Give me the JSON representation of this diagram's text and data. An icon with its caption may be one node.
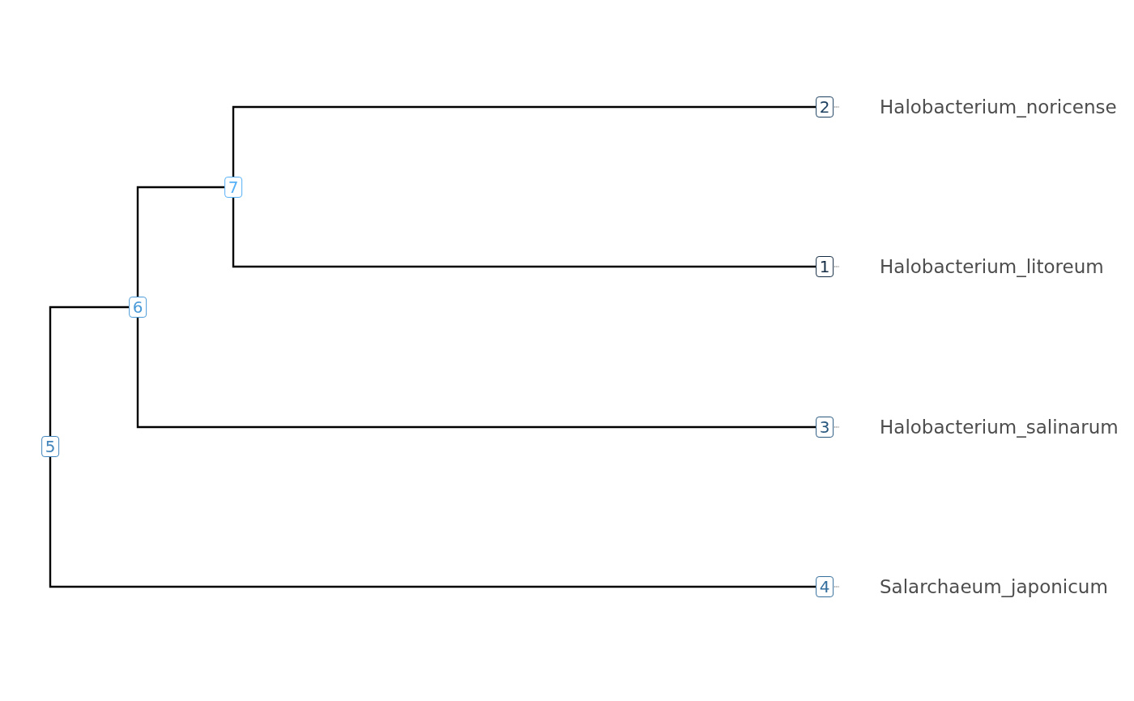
{
  "diagram": {
    "nodes": [
      {
        "text": [
          "2"
        ],
        "beside": [
          "Halobacterium_noricense"
        ]
      },
      {
        "text": [
          "7"
        ]
      },
      {
        "text": [
          "1"
        ],
        "beside": [
          "Halobacterium_litoreum"
        ]
      },
      {
        "text": [
          "6"
        ]
      },
      {
        "text": [
          "3"
        ],
        "beside": [
          "Halobacterium_salinarum"
        ]
      },
      {
        "text": [
          "5"
        ]
      },
      {
        "text": [
          "4"
        ],
        "beside": [
          "Salarchaeum_japonicum"
        ]
      }
    ],
    "edges": [
      {
        "from": 5,
        "to": 3,
        "arrow": "none"
      },
      {
        "from": 5,
        "to": 6,
        "arrow": "none"
      },
      {
        "from": 3,
        "to": 1,
        "arrow": "none"
      },
      {
        "from": 3,
        "to": 4,
        "arrow": "none"
      },
      {
        "from": 1,
        "to": 0,
        "arrow": "none"
      },
      {
        "from": 1,
        "to": 2,
        "arrow": "none"
      }
    ]
  }
}
